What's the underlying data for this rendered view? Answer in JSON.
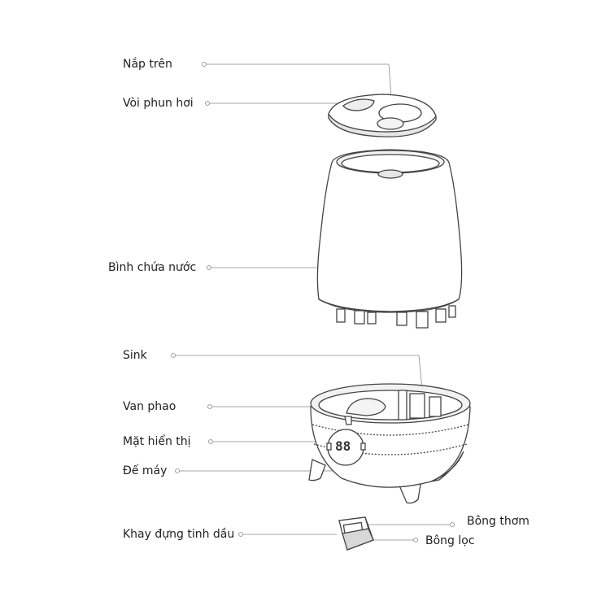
{
  "labels": {
    "top_lid": "Nắp trên",
    "mist_nozzle": "Vòi phun hơi",
    "water_tank": "Bình chứa nước",
    "sink": "Sink",
    "float_valve": "Van phao",
    "display_panel": "Mặt hiển thị",
    "base": "Đế máy",
    "essential_oil_tray": "Khay đựng tinh dầu",
    "aroma_pad": "Bông thơm",
    "filter_pad": "Bông lọc"
  },
  "display": {
    "digits": "88"
  },
  "colors": {
    "stroke": "#444444",
    "leader": "#888888",
    "text": "#222222",
    "fill": "#ffffff",
    "shade": "#e6e6e6"
  }
}
